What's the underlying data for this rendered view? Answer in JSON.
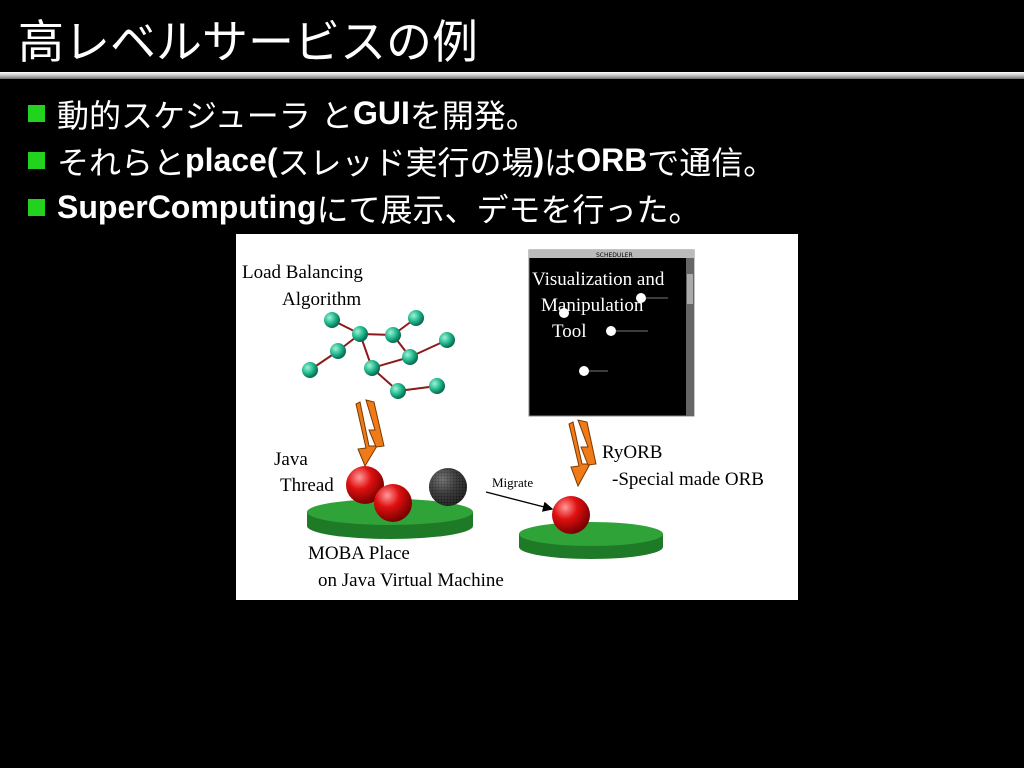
{
  "slide": {
    "title": "高レベルサービスの例",
    "bullets": [
      {
        "pre": "動的スケジューラ と ",
        "bold": "GUI",
        "post": " を開発。"
      },
      {
        "pre": "それらと ",
        "bold": "place(",
        "mid": "スレッド実行の場",
        "bold2": ")",
        "post": " は",
        "bold3": "ORB",
        "post2": "で通信。"
      },
      {
        "pre": "",
        "bold": "SuperComputing",
        "post": " にて展示、デモを行った。"
      }
    ],
    "bullet_color": "#23d21e",
    "figure": {
      "load_balancing_line1": "Load Balancing",
      "load_balancing_line2": "Algorithm",
      "vis_line1": "Visualization and",
      "vis_line2": "Manipulation",
      "vis_line3": "Tool",
      "vis_window_title": "SCHEDULER",
      "java_line1": "Java",
      "java_line2": "Thread",
      "migrate": "Migrate",
      "ryorb_line1": "RyORB",
      "ryorb_line2": "-Special made ORB",
      "moba_line1": "MOBA Place",
      "moba_line2": "on Java Virtual Machine",
      "colors": {
        "node": "#1db38a",
        "edge": "#8b1a1a",
        "platform": "#2fa238",
        "sphere": "#e01010",
        "arrow": "#f07a18"
      }
    }
  }
}
